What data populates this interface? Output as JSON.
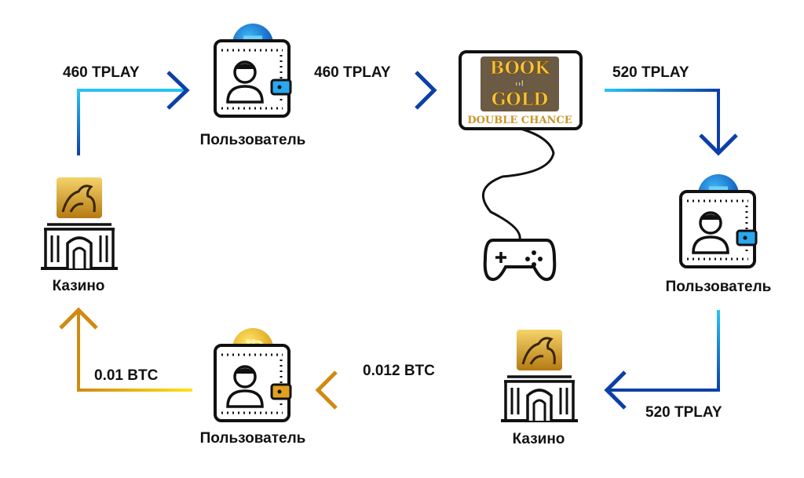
{
  "flow": [
    {
      "amount": "460 TPLAY",
      "color_from": "#29c4f5",
      "color_to": "#0d3fa8"
    },
    {
      "amount": "460 TPLAY",
      "color_from": "#29c4f5",
      "color_to": "#0d3fa8"
    },
    {
      "amount": "520 TPLAY",
      "color_from": "#29c4f5",
      "color_to": "#0d3fa8"
    },
    {
      "amount": "520 TPLAY",
      "color_from": "#29c4f5",
      "color_to": "#0d3fa8"
    },
    {
      "amount": "0.012 BTC",
      "color_from": "#ffe21a",
      "color_to": "#d08a12"
    },
    {
      "amount": "0.01 BTC",
      "color_from": "#ffe21a",
      "color_to": "#d08a12"
    }
  ],
  "nodes": {
    "user_label": "Пользователь",
    "casino_label": "Казино",
    "game": {
      "line1": "BOOK",
      "of": "of",
      "line2": "GOLD",
      "subtitle": "DOUBLE CHANCE"
    }
  }
}
